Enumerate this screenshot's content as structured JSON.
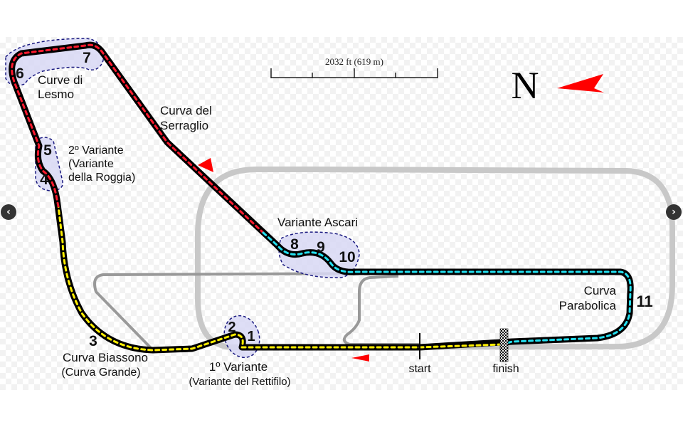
{
  "map": {
    "scale_bar": {
      "label": "2032 ft (619 m)"
    },
    "compass": {
      "label": "N",
      "arrow_color": "#ff0000"
    },
    "colors": {
      "track": "#000000",
      "sector1_dash": "#ffee00",
      "sector2_dash": "#ff1a2e",
      "sector3_dash": "#22e0f0",
      "old_circuit": "#c8c8c8",
      "service_road": "#999999",
      "turn_zone_fill": "#d8d8f5",
      "turn_zone_border": "#1a1a80",
      "direction_arrow": "#ff0000"
    },
    "corner_names": {
      "lesmo_1": "Curve di",
      "lesmo_2": "Lesmo",
      "serraglio_1": "Curva del",
      "serraglio_2": "Serraglio",
      "roggia_1": "2º Variante",
      "roggia_2": "(Variante",
      "roggia_3": "della Roggia)",
      "ascari": "Variante Ascari",
      "parabolica_1": "Curva",
      "parabolica_2": "Parabolica",
      "biassono_1": "Curva Biassono",
      "biassono_2": "(Curva Grande)",
      "rettifilo_1": "1º Variante",
      "rettifilo_2": "(Variante del Rettifilo)"
    },
    "turn_numbers": {
      "t1": "1",
      "t2": "2",
      "t3": "3",
      "t4": "4",
      "t5": "5",
      "t6": "6",
      "t7": "7",
      "t8": "8",
      "t9": "9",
      "t10": "10",
      "t11": "11"
    },
    "markers": {
      "start": "start",
      "finish": "finish"
    }
  },
  "navigation": {
    "prev": "‹",
    "next": "›"
  }
}
